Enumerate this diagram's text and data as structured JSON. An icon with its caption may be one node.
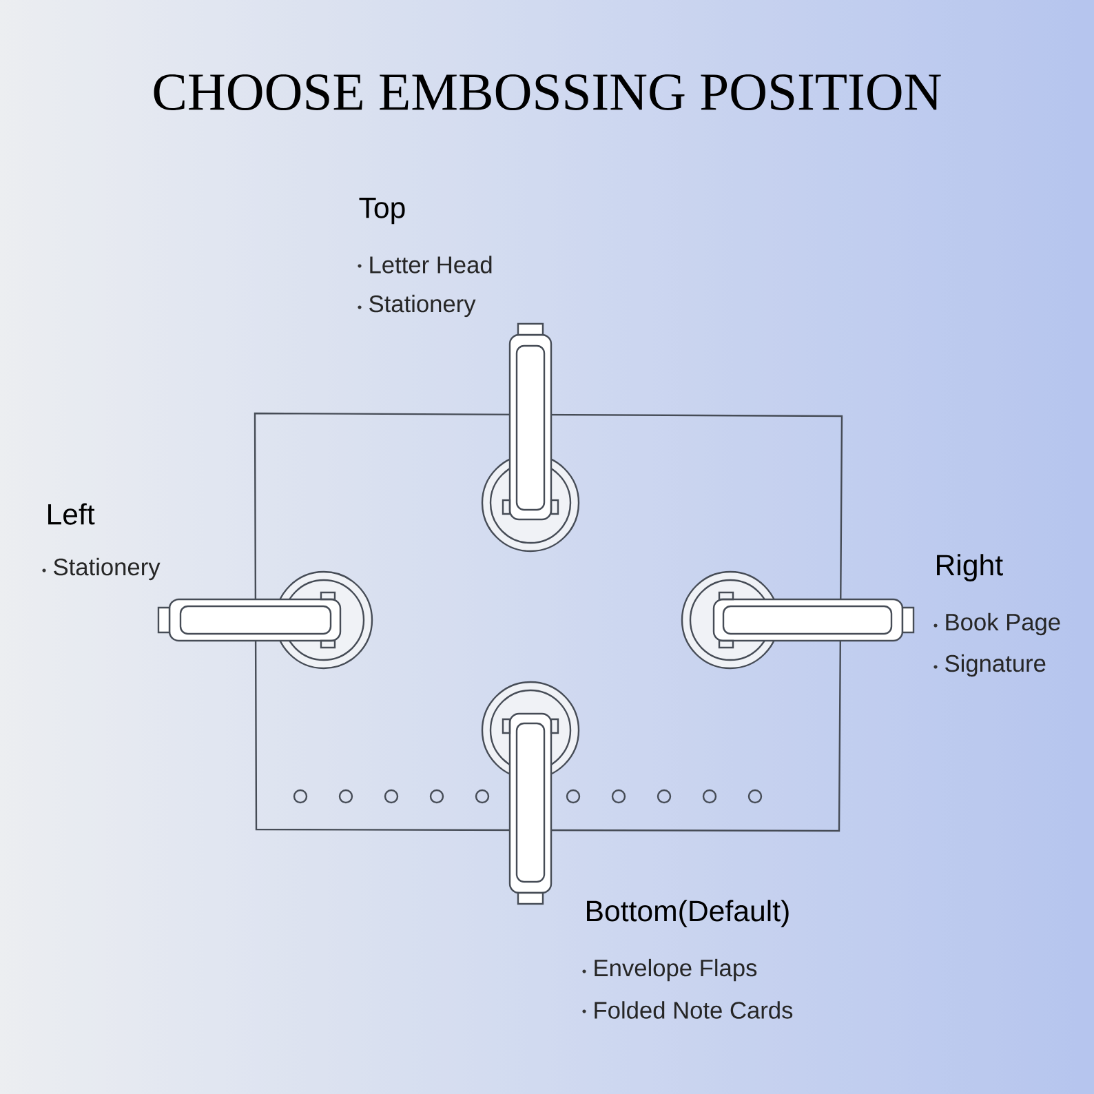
{
  "diagram": {
    "title": "CHOOSE EMBOSSING POSITION",
    "labels": [
      "Top",
      "Letter Head",
      "Stationery",
      "Left",
      "Stationery",
      "Right",
      "Book Page",
      "Signature",
      "Bottom(Default)",
      "Envelope Flaps",
      "Folded Note Cards"
    ]
  }
}
